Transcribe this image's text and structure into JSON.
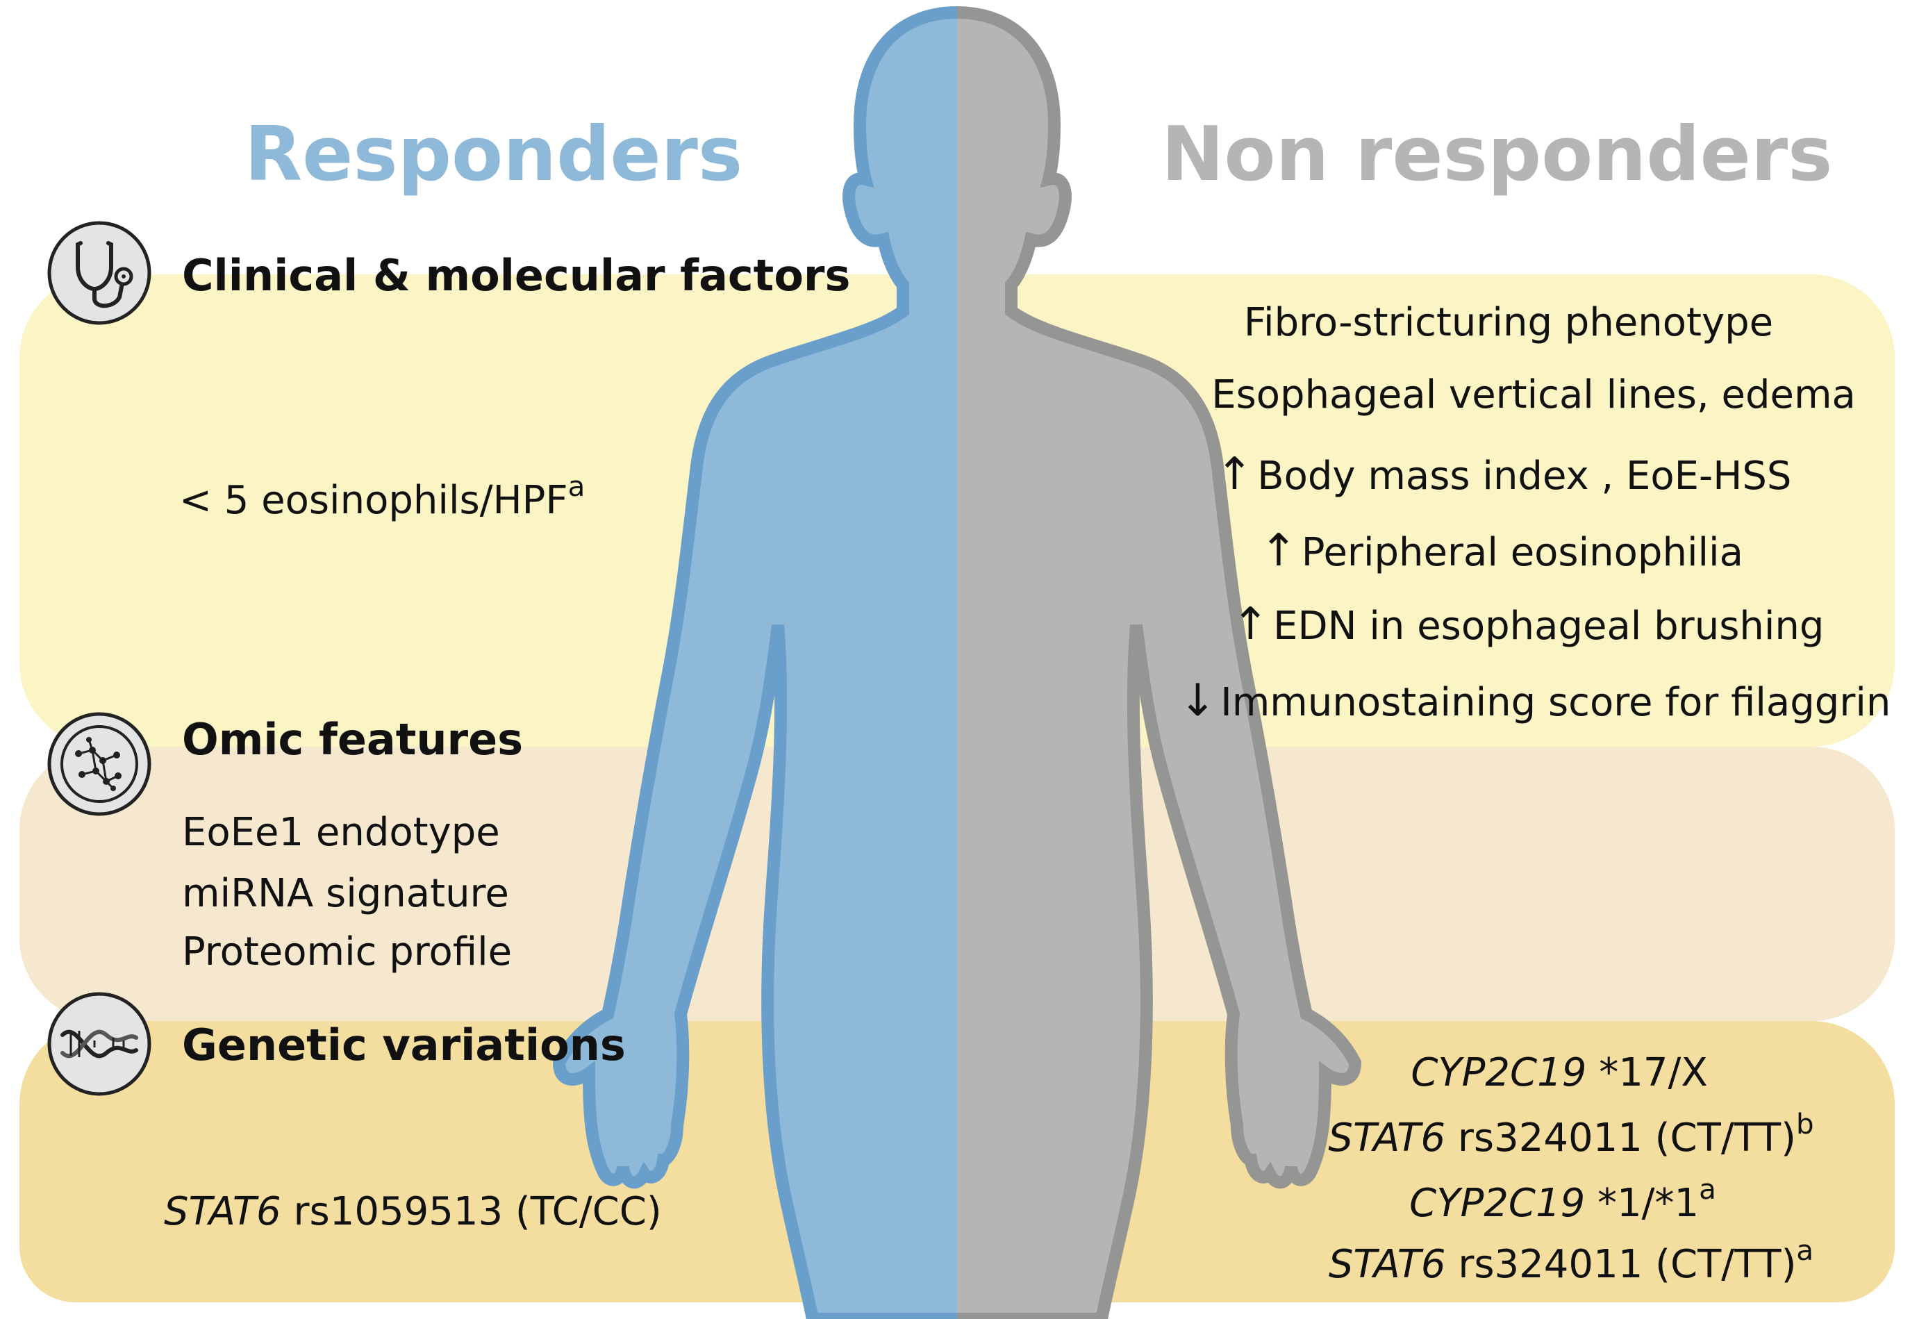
{
  "titles": {
    "responders": "Responders",
    "non_responders": "Non responders"
  },
  "colors": {
    "responders": "#8fb9d8",
    "non_responders": "#b5b5b3",
    "band_clinical": "#fbf4c4",
    "band_omic": "#f6e8ce",
    "band_genetic": "#f3de9f"
  },
  "sections": {
    "clinical": {
      "heading": "Clinical & molecular  factors",
      "icon": "stethoscope-icon",
      "responders": [
        {
          "text": "< 5 eosinophils/HPF",
          "sup": "a"
        }
      ],
      "non_responders": [
        {
          "text": "Fibro-stricturing phenotype"
        },
        {
          "text": "Esophageal vertical lines, edema"
        },
        {
          "arrow": "↑",
          "text": "Body mass index , EoE-HSS"
        },
        {
          "arrow": "↑",
          "text": "Peripheral eosinophilia"
        },
        {
          "arrow": "↑",
          "text": "EDN in esophageal brushing"
        },
        {
          "arrow": "↓",
          "text": "Immunostaining score for filaggrin"
        }
      ]
    },
    "omic": {
      "heading": "Omic features",
      "icon": "cell-network-icon",
      "responders": [
        {
          "text": "EoEe1 endotype"
        },
        {
          "text": "miRNA signature"
        },
        {
          "text": "Proteomic profile"
        }
      ]
    },
    "genetic": {
      "heading": "Genetic variations",
      "icon": "dna-icon",
      "responders": [
        {
          "gene": "STAT6",
          "text": " rs1059513 (TC/CC)"
        }
      ],
      "non_responders": [
        {
          "gene": "CYP2C19",
          "text": " *17/X"
        },
        {
          "gene": "STAT6",
          "text": " rs324011 (CT/TT)",
          "sup": "b"
        },
        {
          "gene": "CYP2C19",
          "text": " *1/*1",
          "sup": "a"
        },
        {
          "gene": "STAT6",
          "text": " rs324011 (CT/TT)",
          "sup": "a"
        }
      ]
    }
  }
}
